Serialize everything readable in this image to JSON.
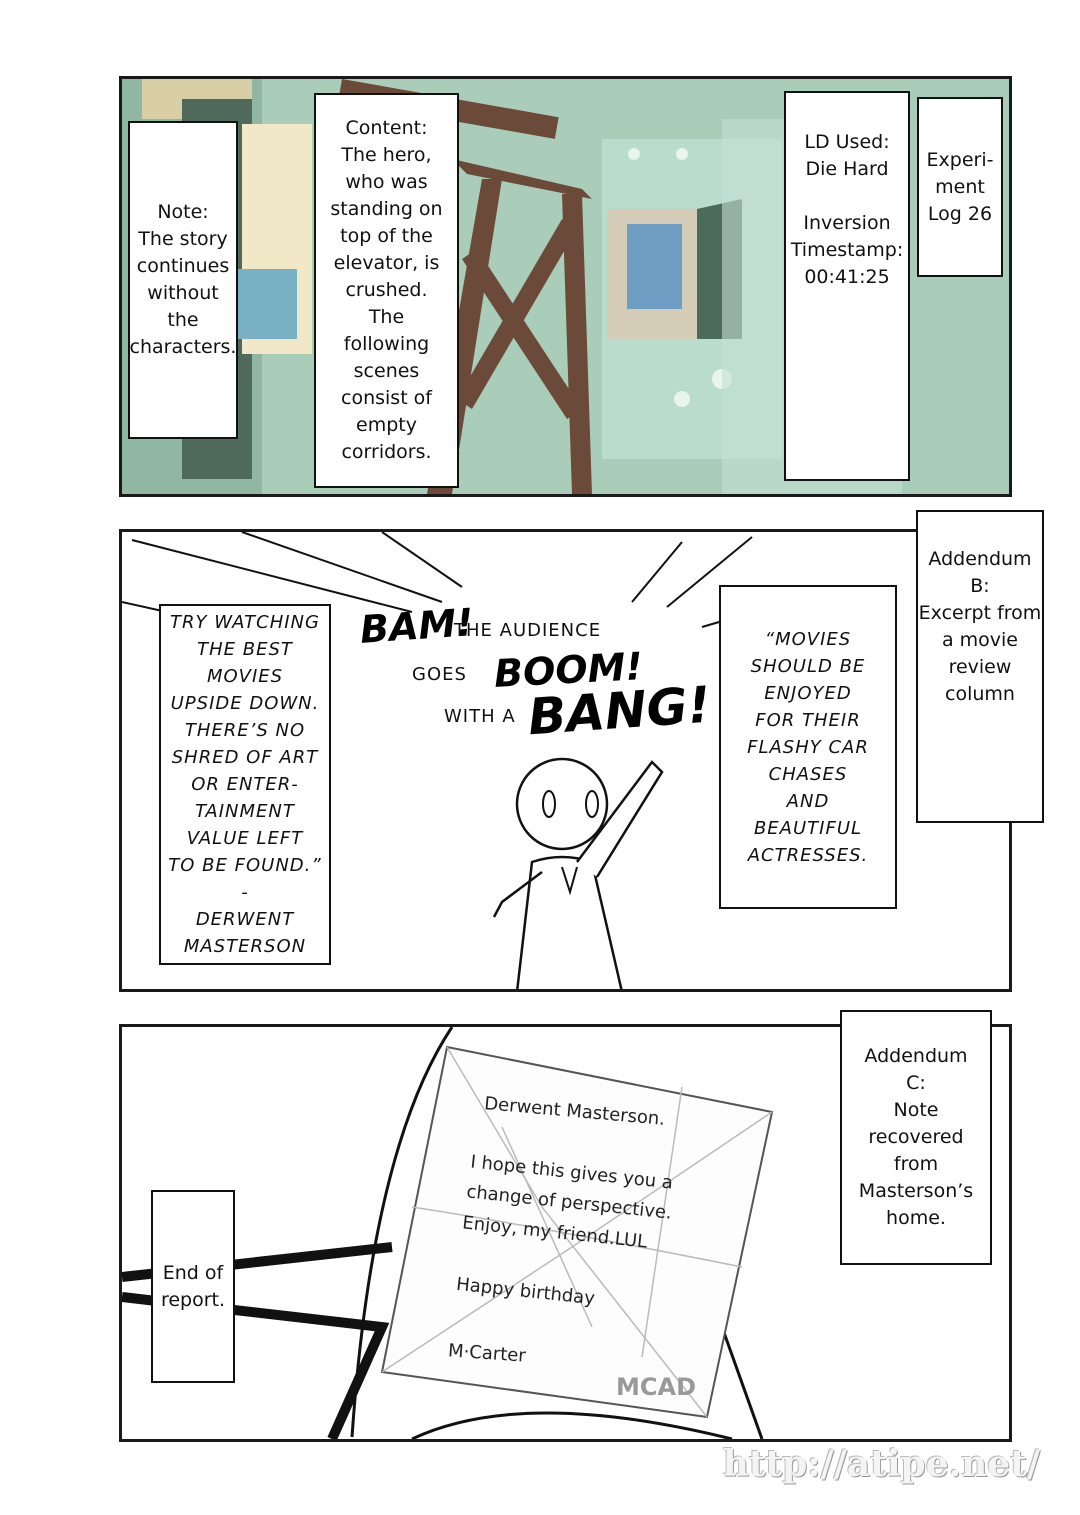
{
  "panel1": {
    "note_caption": "Note:\nThe story\ncontinues\nwithout\nthe\ncharacters.",
    "content_caption": "Content:\nThe hero,\nwho was\nstanding on\ntop of the\nelevator, is\ncrushed.\nThe\nfollowing\nscenes\nconsist of\nempty\ncorridors.",
    "ld_caption": "LD Used:\nDie Hard\n\nInversion\nTimestamp:\n00:41:25",
    "log_caption": "Experi-\nment\nLog 26"
  },
  "panel2": {
    "addendum_caption": "Addendum\nB:\nExcerpt from\na movie\nreview\ncolumn",
    "quote_left": "Try watching\nthe best\nmovies\nupside down.\nThere’s no\nshred of art\nor enter-\ntainment\nvalue left\nto be found.”\n-\nDerwent\nMasterson",
    "quote_right": "“Movies\nshould be\nenjoyed\nfor their\nflashy car\nchases\nand\nbeautiful\nactresses.",
    "sfx_bam": "BAM!",
    "sfx_line1": "The audience",
    "sfx_goes": "goes",
    "sfx_boom": "BOOM!",
    "sfx_with": "with a",
    "sfx_bang": "BANG!"
  },
  "panel3": {
    "addendum_caption": "Addendum\nC:\nNote\nrecovered\nfrom\nMasterson’s\nhome.",
    "end_caption": "End of\nreport.",
    "note_line1": "Derwent Masterson.",
    "note_line2": "I hope this gives you a",
    "note_line3": "change of perspective.",
    "note_line4": "Enjoy, my friend.LUL",
    "note_line5": "Happy birthday",
    "note_line6": "M·Carter",
    "note_logo": "MCAD"
  },
  "watermark": "http://atipe.net/",
  "colors": {
    "panel1_bg": "#a9cdb8",
    "wall": "#8fb7a2",
    "beam": "#6b4a3a"
  }
}
